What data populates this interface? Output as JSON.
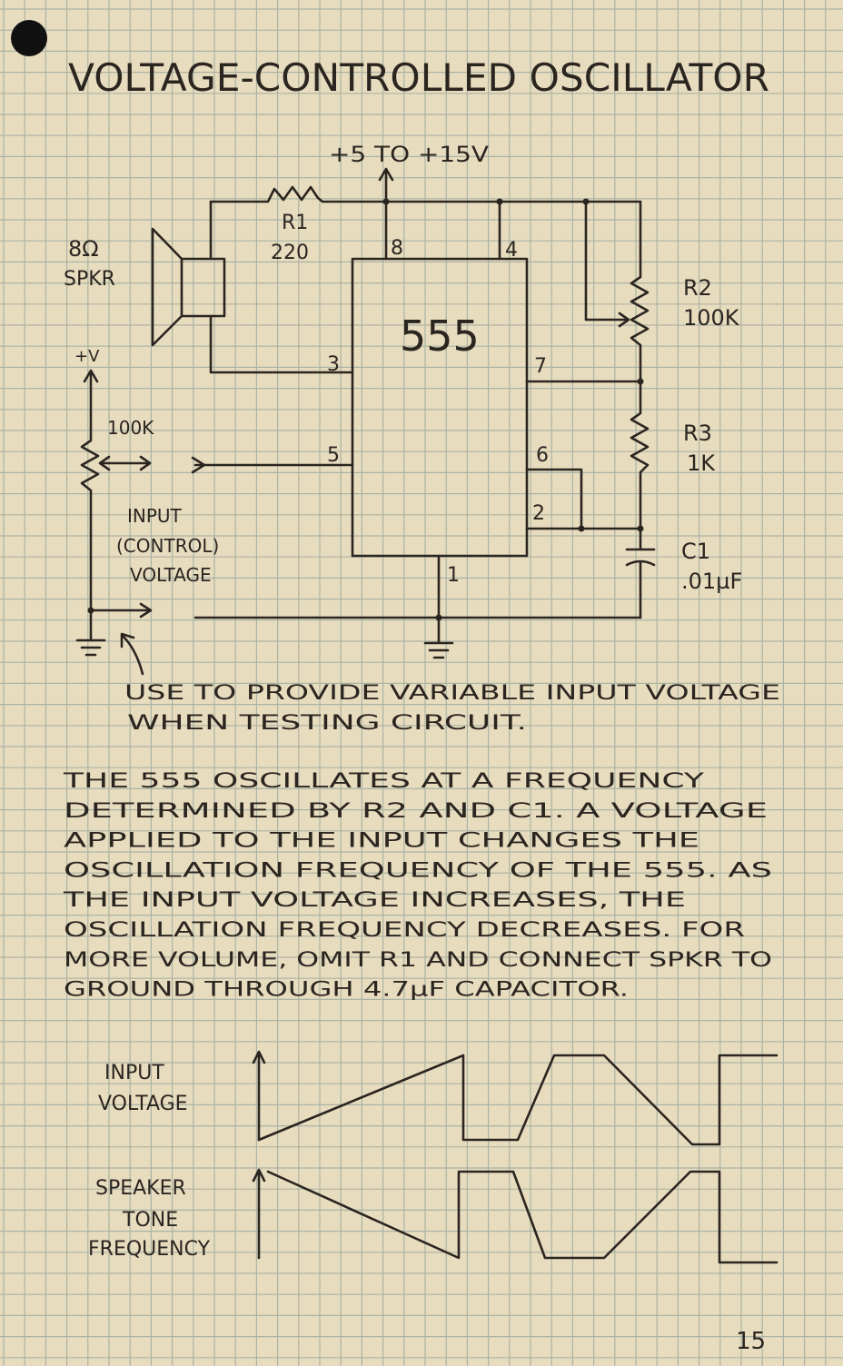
{
  "title": "VOLTAGE-CONTROLLED OSCILLATOR",
  "schematic": {
    "supply": "+5 TO +15V",
    "r1_name": "R1",
    "r1_value": "220",
    "speaker_ohms": "8Ω",
    "speaker_label": "SPKR",
    "ic": "555",
    "pins": {
      "p8": "8",
      "p4": "4",
      "p3": "3",
      "p7": "7",
      "p5": "5",
      "p6": "6",
      "p2": "2",
      "p1": "1"
    },
    "r2_name": "R2",
    "r2_value": "100K",
    "r3_name": "R3",
    "r3_value": "1K",
    "c1_name": "C1",
    "c1_value": ".01µF",
    "plus_v": "+V",
    "pot_value": "100K",
    "input_label": [
      "INPUT",
      "(CONTROL)",
      "VOLTAGE"
    ]
  },
  "note": [
    "USE TO PROVIDE VARIABLE INPUT VOLTAGE",
    "WHEN TESTING CIRCUIT."
  ],
  "description": [
    "THE 555 OSCILLATES AT A FREQUENCY",
    "DETERMINED BY R2 AND C1. A VOLTAGE",
    "APPLIED TO THE INPUT CHANGES THE",
    "OSCILLATION FREQUENCY OF THE 555. AS",
    "THE INPUT VOLTAGE INCREASES, THE",
    "OSCILLATION FREQUENCY DECREASES. FOR",
    "MORE VOLUME, OMIT R1 AND CONNECT SPKR TO",
    "GROUND THROUGH 4.7µF CAPACITOR."
  ],
  "waveforms": {
    "input_label": [
      "INPUT",
      "VOLTAGE"
    ],
    "tone_label": [
      "SPEAKER",
      "TONE",
      "FREQUENCY"
    ]
  },
  "page_number": "15",
  "colors": {
    "paper": "#e8dcbf",
    "grid": "#aab3a4",
    "ink": "#2b2520"
  }
}
